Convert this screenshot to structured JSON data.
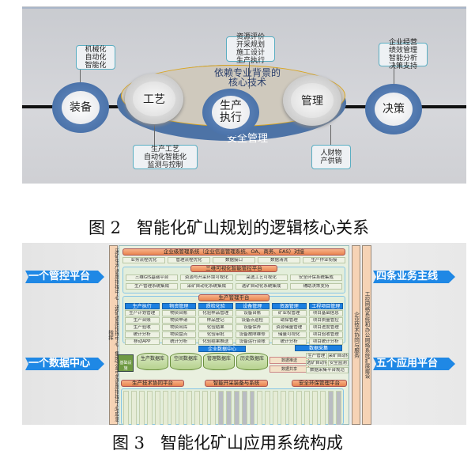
{
  "figure2": {
    "nodes": {
      "equipment": "装备",
      "process": "工艺",
      "production": "生产\n执行",
      "management": "管理",
      "decision": "决策"
    },
    "core_text": [
      "依赖专业背景的",
      "核心技术"
    ],
    "safety": "安全管理",
    "boxes": {
      "equipment": [
        "机械化",
        "自动化",
        "智能化"
      ],
      "production": [
        "资源评价",
        "开采规划",
        "施工设计",
        "生产执行"
      ],
      "decision": [
        "企业经营",
        "绩效管理",
        "智能分析",
        "决策支持"
      ],
      "process": [
        "生产工艺",
        "自动化智能化",
        "监测与控制"
      ],
      "management": [
        "人财物",
        "产供销"
      ]
    },
    "caption": "图 2   智能化矿山规划的逻辑核心关系"
  },
  "figure3": {
    "left_arrows": [
      "一个管控平台",
      "一个数据中心"
    ],
    "right_arrows": [
      "四条业务主线",
      "五个应用平台"
    ],
    "left_column": "采矿生产调度指挥中心　选矿调度指挥中心　集团/公司总调度指挥中心/应急指挥",
    "right_columns": [
      "企业技术协同与服务",
      "工控网络系统和办公网络系统扩展建设"
    ],
    "enterprise_bar": "企业级管理系统（企业信息管理系统、OA、商务、EAS）对接",
    "enterprise_items": [
      "业务流程优化",
      "管理流程优化",
      "数据接口",
      "数据清洗",
      "生产作业衔接"
    ],
    "viz_title": "三维可视化智能管控平台",
    "viz_items": [
      "三维GIS基础平台",
      "资源与开采环境可视化",
      "采选工艺可视化",
      "安全环保系统集成",
      "生产管理系统集成",
      "采矿自动化系统集成",
      "选矿自动化系统集成",
      "辅助决策支持"
    ],
    "prod_title": "生产管理平台",
    "modules": [
      {
        "title": "生产执行",
        "items": [
          "生产计划管理",
          "生产台账",
          "生产验收",
          "统计分析",
          "移动APP"
        ]
      },
      {
        "title": "物资管理",
        "items": [
          "物资台账",
          "物资申请",
          "物资出库",
          "物资盘点",
          "统计分析"
        ]
      },
      {
        "title": "质检化验",
        "items": [
          "化验样品管理",
          "样品登记",
          "化验结果",
          "化验审批",
          "化验结果推送"
        ]
      },
      {
        "title": "设备管理",
        "items": [
          "设备台账",
          "设备点巡检",
          "设备保养",
          "设备故障维修",
          "设备运行台账"
        ]
      },
      {
        "title": "资源管理",
        "items": [
          "矿业权管理",
          "勘探管理",
          "资源储量管理",
          "储量可视化",
          "统计分析"
        ]
      },
      {
        "title": "工程项目管理",
        "items": [
          "项目基础信息",
          "项目质量管控",
          "项目进度管理",
          "项目验收管理",
          "项目统计分析"
        ]
      }
    ],
    "dc_title": "企业数据中心",
    "infra": "基础设施",
    "databases": [
      "生产数据库",
      "空间数据库",
      "管理数据库",
      "历史数据库"
    ],
    "arrow_labels": [
      "数据推送",
      "数据共享"
    ],
    "acq_title": "数据采集",
    "acq_items": [
      "生产管理",
      "采矿自动化",
      "选矿自动化",
      "安全监测",
      "数据采集平台规范"
    ],
    "bottom_titles": [
      "生产技术协同平台",
      "智能开采装备与系统",
      "安全环保管理平台"
    ],
    "caption": "图 3   智能化矿山应用系统构成"
  }
}
